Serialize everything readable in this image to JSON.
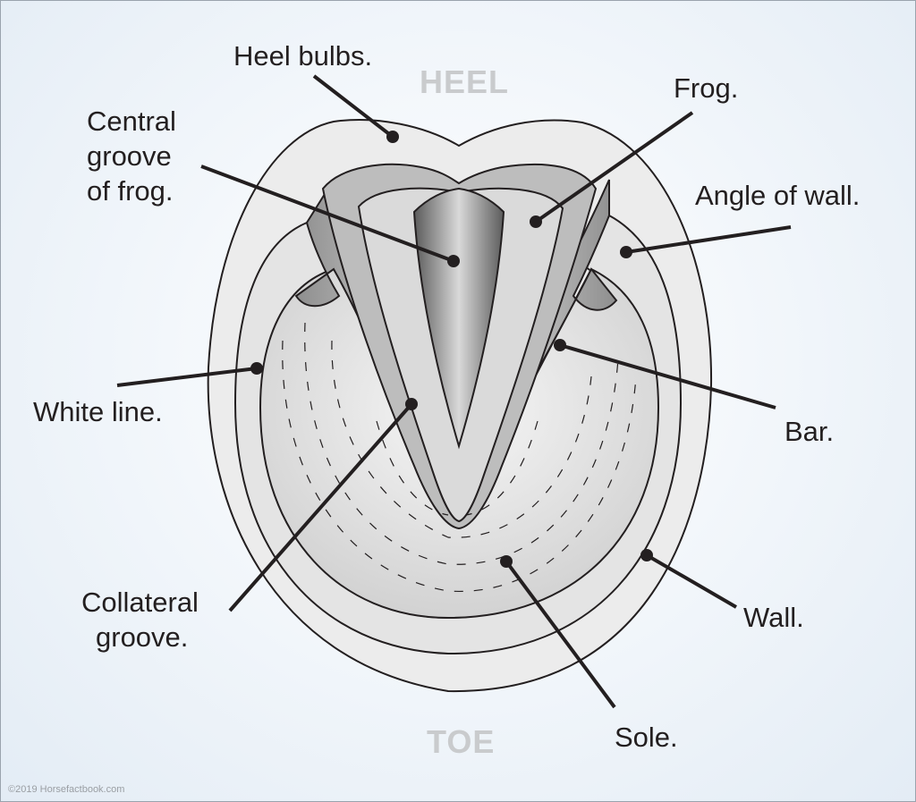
{
  "orientation": {
    "top": "HEEL",
    "bottom": "TOE"
  },
  "labels": {
    "heel_bulbs": "Heel bulbs.",
    "central_groove_1": "Central",
    "central_groove_2": "groove",
    "central_groove_3": "of frog.",
    "frog": "Frog.",
    "angle_of_wall": "Angle of wall.",
    "white_line": "White line.",
    "bar": "Bar.",
    "collateral_groove_1": "Collateral",
    "collateral_groove_2": "groove.",
    "wall": "Wall.",
    "sole": "Sole."
  },
  "credit": "©2019 Horsefactbook.com",
  "colors": {
    "outline": "#231f20",
    "wall": "#ebebeb",
    "heel_bulbs": "#e0e0e0",
    "frog": "#d4d4d4",
    "frog_center": "#7d7d7d",
    "bar": "#a8a8a8",
    "sole": "#dedede"
  }
}
